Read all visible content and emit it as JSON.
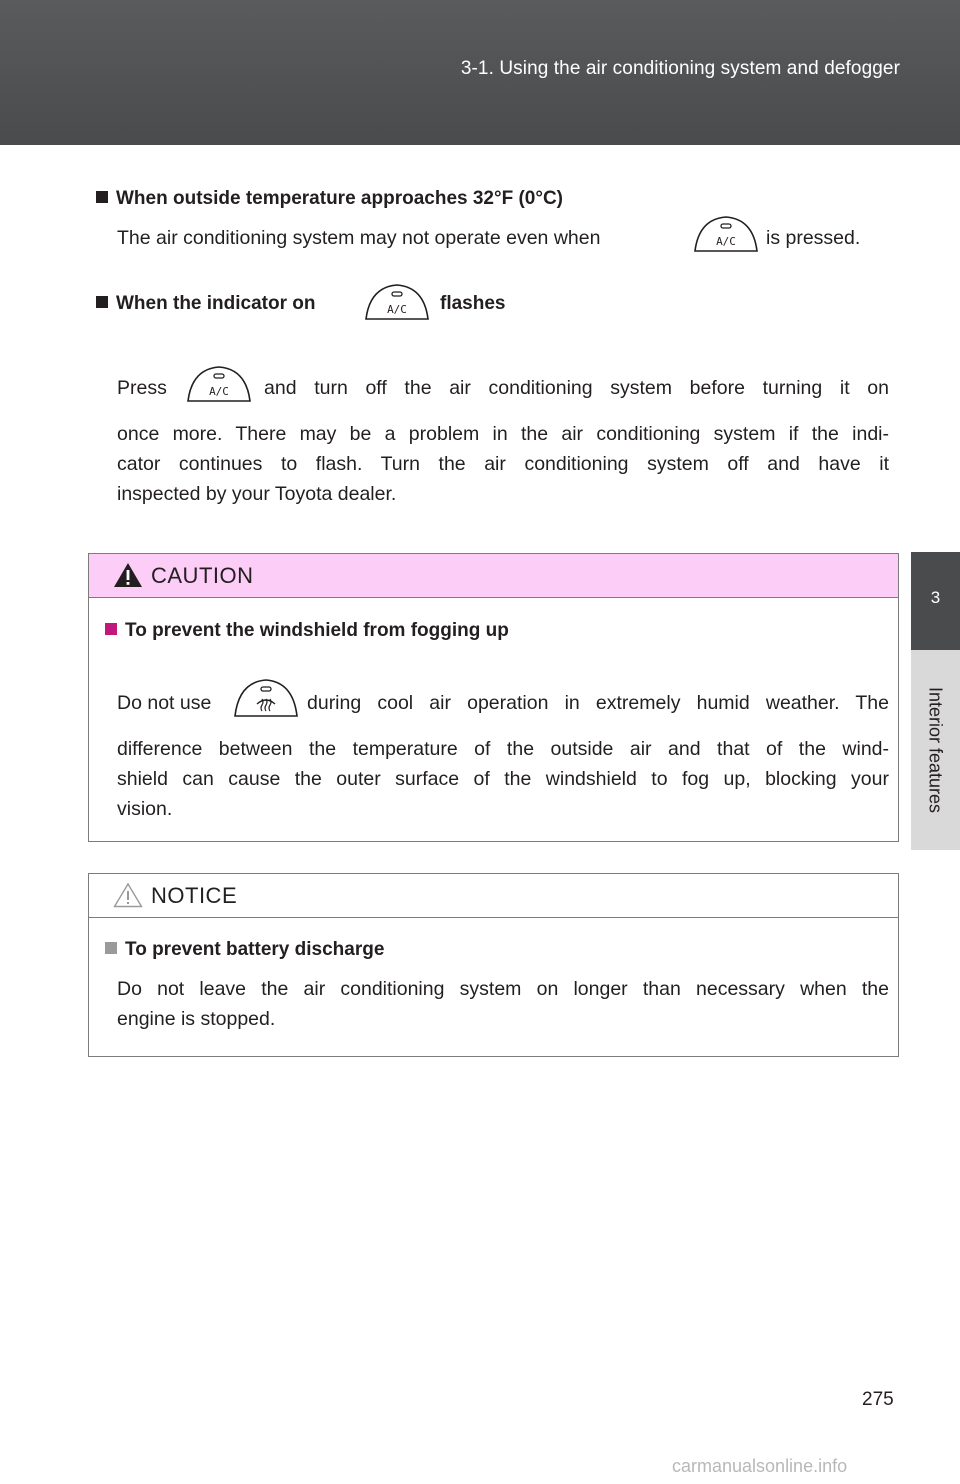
{
  "header": {
    "section_title": "3-1. Using the air conditioning system and defogger"
  },
  "side_tab": {
    "chapter_number": "3",
    "chapter_label": "Interior features"
  },
  "sections": {
    "outside_temp": {
      "heading": "When outside temperature approaches 32°F (0°C)",
      "text_before": "The air conditioning system may not operate even when",
      "text_after": "is pressed."
    },
    "indicator": {
      "heading_before": "When the indicator on",
      "heading_after": "flashes",
      "line1_before": "Press",
      "line1_after": "and turn off the air conditioning system before turning it on",
      "line2": "once more. There may be a problem in the air conditioning system if the indi-",
      "line3": "cator continues to flash. Turn the air conditioning system off and have it",
      "line4": "inspected by your Toyota dealer."
    }
  },
  "caution": {
    "label": "CAUTION",
    "subheading": "To prevent the windshield from fogging up",
    "line1_before": "Do not use",
    "line1_after": "during cool air operation in extremely humid weather. The",
    "line2": "difference between the temperature of the outside air and that of the wind-",
    "line3": "shield can cause the outer surface of the windshield to fog up, blocking your",
    "line4": "vision."
  },
  "notice": {
    "label": "NOTICE",
    "subheading": "To prevent battery discharge",
    "line1": "Do not leave the air conditioning system on longer than necessary when the",
    "line2": "engine is stopped."
  },
  "buttons": {
    "ac_label": "A/C"
  },
  "icons": {
    "ac_button": "ac-button-icon",
    "defroster_button": "windshield-defroster-icon",
    "caution": "warning-triangle-icon",
    "notice": "warning-triangle-outline-icon"
  },
  "colors": {
    "header_band": "#4f5052",
    "caution_header": "#fccdf6",
    "caution_accent": "#c0187b"
  },
  "footer": {
    "page_number": "275",
    "watermark": "carmanualsonline.info"
  }
}
